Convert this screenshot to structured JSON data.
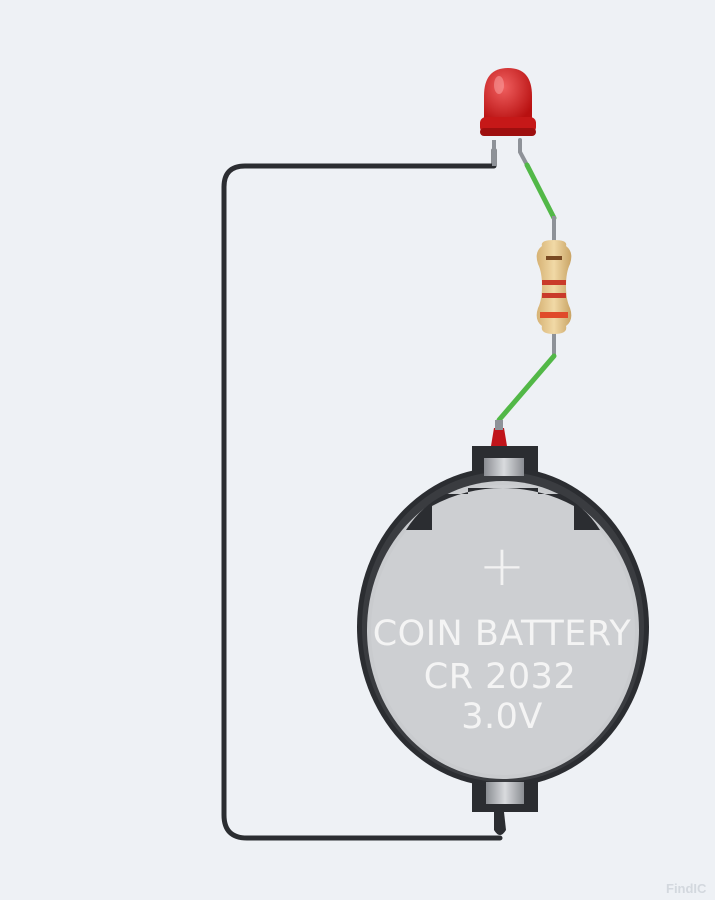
{
  "battery": {
    "label_line1": "COIN BATTERY",
    "label_line2": "CR 2032",
    "label_line3": "3.0V",
    "plus_symbol": "+"
  },
  "components": {
    "led_color": "#d81f1f",
    "resistor_body_color": "#e5c58c",
    "resistor_bands": [
      "#7a4a22",
      "#c93a2a",
      "#c93a2a",
      "#e04a2a"
    ],
    "wire_color": "#52b847",
    "return_wire_color": "#2b2d31"
  },
  "watermark": "FindIC"
}
